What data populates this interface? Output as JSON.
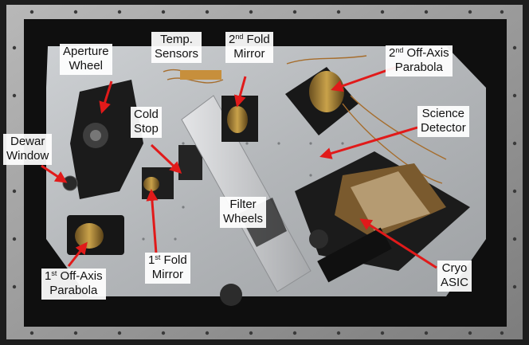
{
  "labels": {
    "aperture_wheel": {
      "line1": "Aperture",
      "line2": "Wheel"
    },
    "temp_sensors": {
      "line1": "Temp.",
      "line2": "Sensors"
    },
    "second_fold_mirror": {
      "ordinal_num": "2",
      "ordinal_suffix": "nd",
      "line1_rest": " Fold",
      "line2": "Mirror"
    },
    "second_off_axis_parabola": {
      "ordinal_num": "2",
      "ordinal_suffix": "nd",
      "line1_rest": " Off-Axis",
      "line2": "Parabola"
    },
    "cold_stop": {
      "line1": "Cold",
      "line2": "Stop"
    },
    "science_detector": {
      "line1": "Science",
      "line2": "Detector"
    },
    "dewar_window": {
      "line1": "Dewar",
      "line2": "Window"
    },
    "filter_wheels": {
      "line1": "Filter",
      "line2": "Wheels"
    },
    "first_fold_mirror": {
      "ordinal_num": "1",
      "ordinal_suffix": "st",
      "line1_rest": " Fold",
      "line2": "Mirror"
    },
    "first_off_axis_parabola": {
      "ordinal_num": "1",
      "ordinal_suffix": "st",
      "line1_rest": " Off-Axis",
      "line2": "Parabola"
    },
    "cryo_asic": {
      "line1": "Cryo",
      "line2": "ASIC"
    }
  },
  "colors": {
    "arrow": "#e11a1a",
    "frame": "#9b9b9b",
    "plate": "#b9bcbf",
    "dark_interior": "#121212"
  }
}
